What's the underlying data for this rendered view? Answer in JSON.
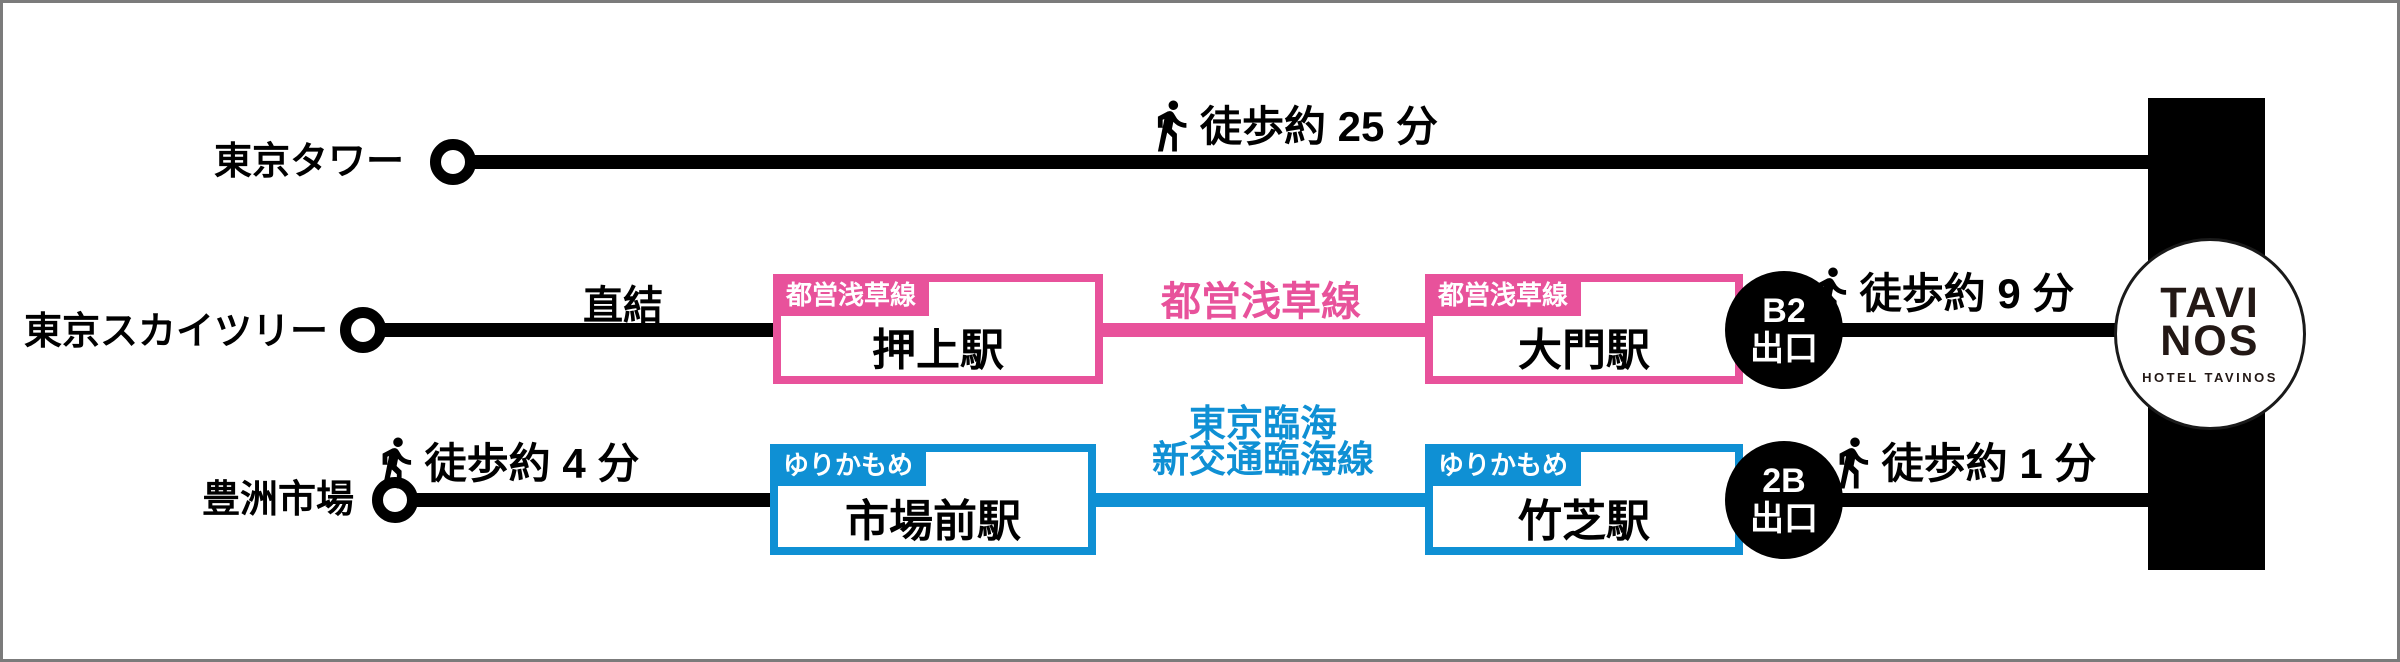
{
  "colors": {
    "asakusa_line": "#e8529b",
    "yurikamome_line": "#0f90d4",
    "route_black": "#000000",
    "logo_text": "#231815",
    "frame_gray": "#7b7b7b"
  },
  "rows": [
    {
      "origin": "東京タワー",
      "walk_to_hotel": "徒歩約 25 分"
    },
    {
      "origin": "東京スカイツリー",
      "connection_label": "直結",
      "board_station": {
        "line_tag": "都営浅草線",
        "name": "押上駅"
      },
      "ride_line_label": "都営浅草線",
      "alight_station": {
        "line_tag": "都営浅草線",
        "name": "大門駅"
      },
      "exit_line1": "B2",
      "exit_line2": "出口",
      "walk_to_hotel": "徒歩約 9 分"
    },
    {
      "origin": "豊洲市場",
      "walk_to_station": "徒歩約 4 分",
      "board_station": {
        "line_tag": "ゆりかもめ",
        "name": "市場前駅"
      },
      "ride_line_label_line1": "東京臨海",
      "ride_line_label_line2": "新交通臨海線",
      "alight_station": {
        "line_tag": "ゆりかもめ",
        "name": "竹芝駅"
      },
      "exit_line1": "2B",
      "exit_line2": "出口",
      "walk_to_hotel": "徒歩約 1 分"
    }
  ],
  "hotel": {
    "logo_line1": "TAVI",
    "logo_line2": "NOS",
    "logo_caption": "HOTEL TAVINOS"
  }
}
